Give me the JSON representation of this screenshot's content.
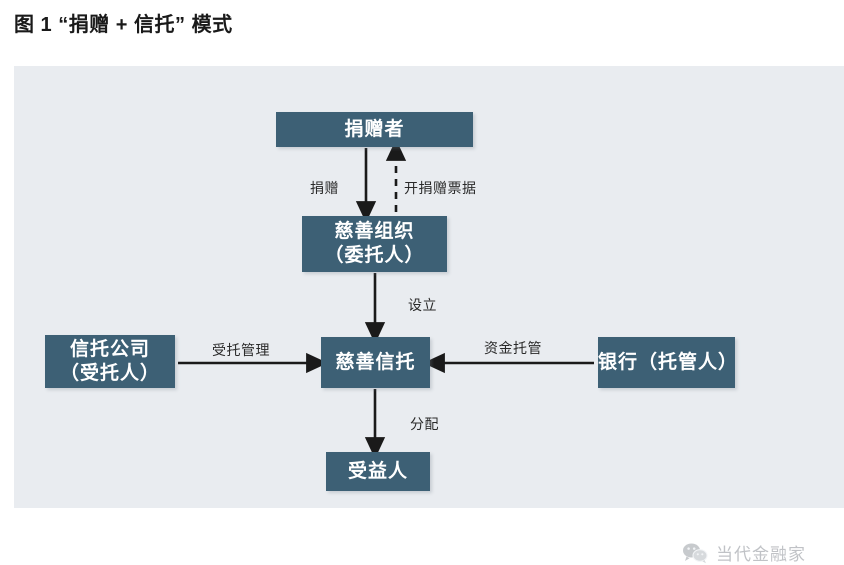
{
  "figure": {
    "title": "图 1 “捐赠 + 信托” 模式"
  },
  "diagram": {
    "type": "flowchart",
    "background_color": "#e9ecf0",
    "node_color": "#3d6075",
    "node_text_color": "#ffffff",
    "arrow_color": "#1a1a1a",
    "nodes": [
      {
        "id": "donor",
        "label": "捐赠者",
        "sublabel": ""
      },
      {
        "id": "charity",
        "label": "慈善组织",
        "sublabel": "（委托人）"
      },
      {
        "id": "trustco",
        "label": "信托公司",
        "sublabel": "（受托人）"
      },
      {
        "id": "trust",
        "label": "慈善信托",
        "sublabel": ""
      },
      {
        "id": "bank",
        "label": "银行（托管人）",
        "sublabel": ""
      },
      {
        "id": "beneficiary",
        "label": "受益人",
        "sublabel": ""
      }
    ],
    "edges": [
      {
        "id": "donate",
        "from": "donor",
        "to": "charity",
        "label": "捐赠",
        "style": "solid",
        "direction": "down"
      },
      {
        "id": "receipt",
        "from": "charity",
        "to": "donor",
        "label": "开捐赠票据",
        "style": "dashed",
        "direction": "up"
      },
      {
        "id": "establish",
        "from": "charity",
        "to": "trust",
        "label": "设立",
        "style": "solid",
        "direction": "down"
      },
      {
        "id": "manage",
        "from": "trustco",
        "to": "trust",
        "label": "受托管理",
        "style": "solid",
        "direction": "right"
      },
      {
        "id": "custody",
        "from": "bank",
        "to": "trust",
        "label": "资金托管",
        "style": "solid",
        "direction": "left"
      },
      {
        "id": "distribute",
        "from": "trust",
        "to": "beneficiary",
        "label": "分配",
        "style": "solid",
        "direction": "down"
      }
    ]
  },
  "watermark": {
    "icon": "wechat-icon",
    "text": "当代金融家"
  }
}
